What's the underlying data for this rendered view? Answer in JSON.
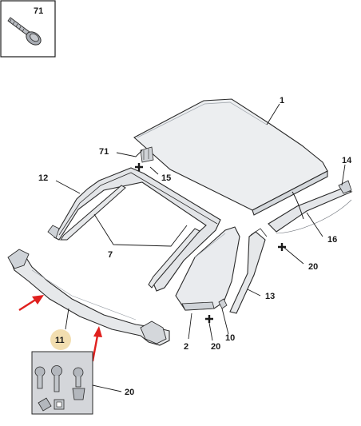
{
  "callouts": {
    "c71_box": "71",
    "c1": "1",
    "c71": "71",
    "c15": "15",
    "c14": "14",
    "c12": "12",
    "c16": "16",
    "c7": "7",
    "c20_right": "20",
    "c13": "13",
    "c10": "10",
    "c2": "2",
    "c20_mid": "20",
    "c11": "11",
    "c20_bottom": "20"
  },
  "colors": {
    "line": "#1a1a1a",
    "panel_fill": "#e9ebee",
    "panel_dark": "#cfd3d8",
    "kit_bg": "#d4d6da",
    "highlight_circle": "#f2deb0",
    "arrow_red": "#e0201e"
  },
  "icons": {
    "mount_point": "plus-icon",
    "direction_marker": "arrow-icon"
  }
}
